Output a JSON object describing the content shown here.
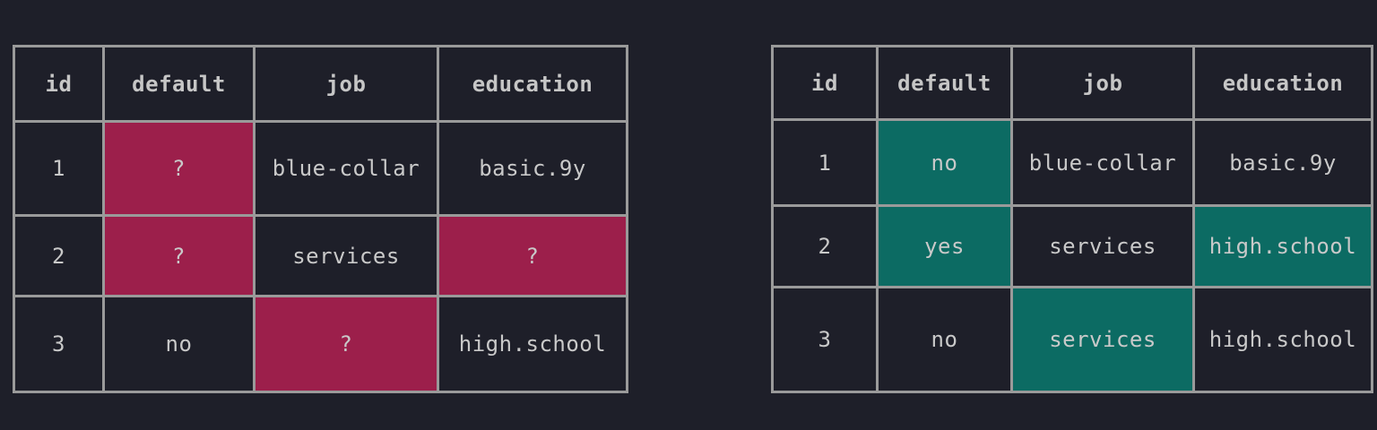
{
  "colors": {
    "background": "#1e1f29",
    "border": "#9a9a9a",
    "text": "#c9c9c9",
    "missing_cell": "#9c1f4b",
    "imputed_cell": "#0c6b63"
  },
  "tables": [
    {
      "headers": [
        "id",
        "default",
        "job",
        "education"
      ],
      "rows": [
        [
          "1",
          "?",
          "blue-collar",
          "basic.9y"
        ],
        [
          "2",
          "?",
          "services",
          "?"
        ],
        [
          "3",
          "no",
          "?",
          "high.school"
        ]
      ],
      "highlighted_cells": "missing"
    },
    {
      "headers": [
        "id",
        "default",
        "job",
        "education"
      ],
      "rows": [
        [
          "1",
          "no",
          "blue-collar",
          "basic.9y"
        ],
        [
          "2",
          "yes",
          "services",
          "high.school"
        ],
        [
          "3",
          "no",
          "services",
          "high.school"
        ]
      ],
      "highlighted_cells": "imputed"
    }
  ]
}
